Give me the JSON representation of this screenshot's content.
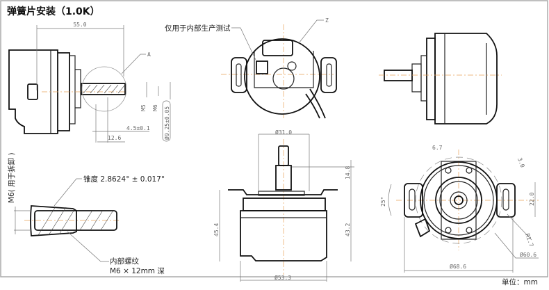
{
  "title": "弹簧片安装（1.0K）",
  "unit_label": "单位：mm",
  "side_view": {
    "length_dim": "55.0",
    "detail_label": "A",
    "m5": "M5",
    "m6": "M6",
    "shaft_dia": "Ø9.25±0.05",
    "dim_4_5": "4.5±0.1",
    "dim_12_6": "12.6"
  },
  "back_view": {
    "test_note": "仅用于内部生产测试",
    "z_label": "Z"
  },
  "detail_view": {
    "m6_note": "M6( 用于拆卸 )",
    "taper_note": "锥度 2.8624° ± 0.017°",
    "thread_note_1": "内部螺纹",
    "thread_note_2": "M6 × 12mm 深"
  },
  "front_view": {
    "dia_31": "Ø31.0",
    "dim_14_8": "14.8",
    "dim_45_4": "45.4",
    "dim_43_2": "43.2",
    "dia_53_3": "Ø53.3"
  },
  "top_view": {
    "dim_6_7": "6.7",
    "dim_3_0": "3.0",
    "dim_22_0": "22.0",
    "angle_25": "25°",
    "r_1_7": "R1.7",
    "dia_60_6": "Ø60.6",
    "dia_68_6": "Ø68.6"
  }
}
